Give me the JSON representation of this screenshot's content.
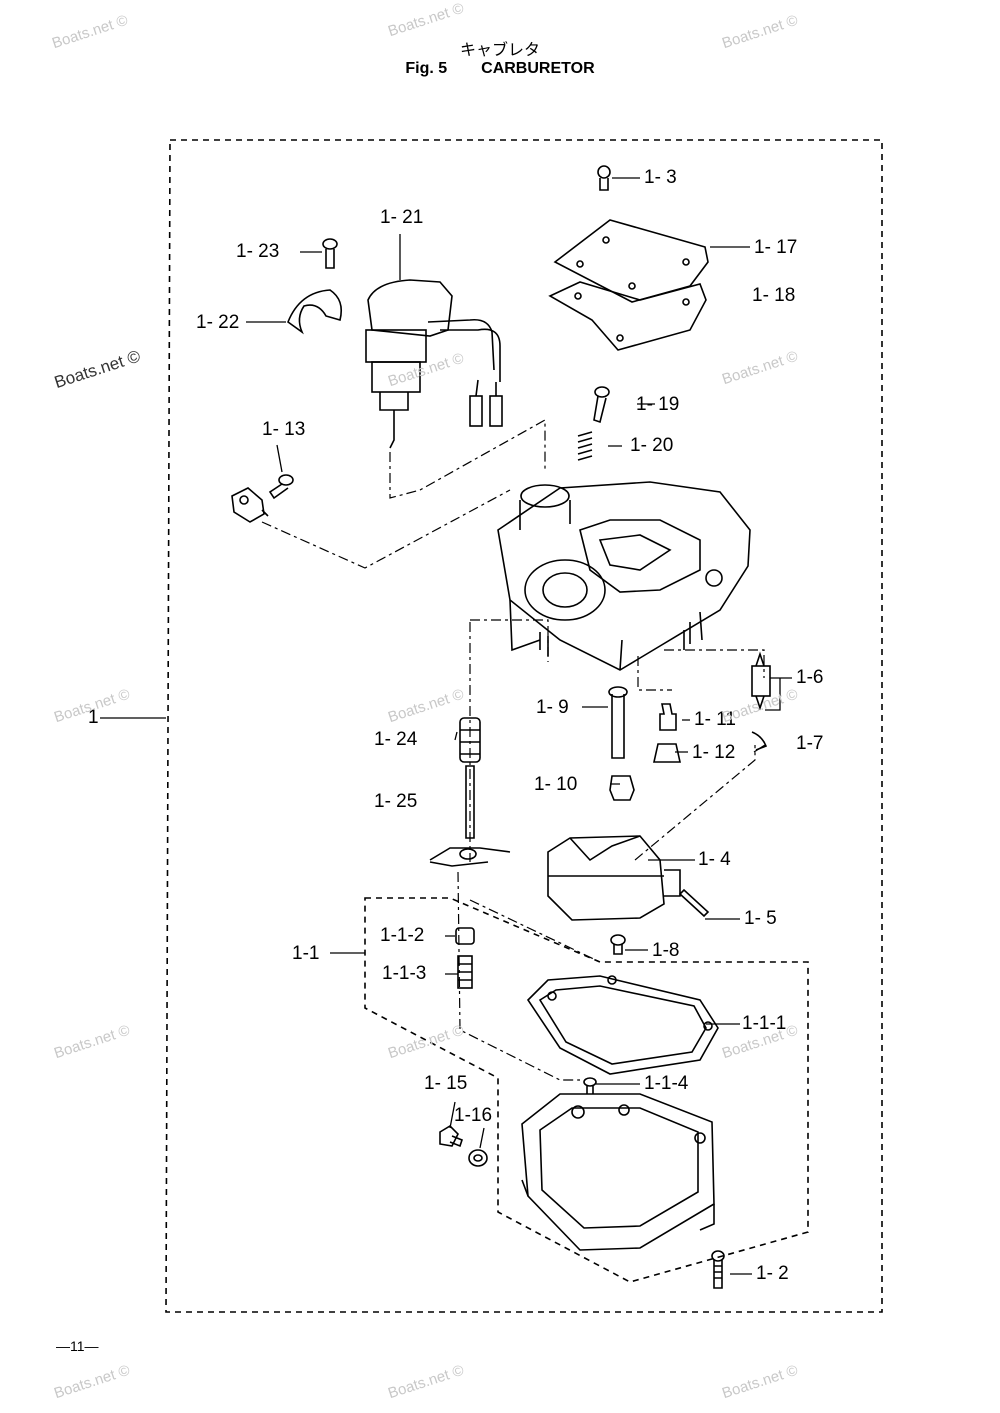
{
  "header": {
    "jp_title": "キャブレタ",
    "fig_no": "Fig. 5",
    "fig_title": "CARBURETOR"
  },
  "labels": {
    "p1": "1",
    "p1_1": "1-1",
    "p1_1_1": "1-1-1",
    "p1_1_2": "1-1-2",
    "p1_1_3": "1-1-3",
    "p1_1_4": "1-1-4",
    "p1_2": "1- 2",
    "p1_3": "1- 3",
    "p1_4": "1- 4",
    "p1_5": "1- 5",
    "p1_6": "1-6",
    "p1_7": "1-7",
    "p1_8": "1-8",
    "p1_9": "1- 9",
    "p1_10": "1- 10",
    "p1_11": "1- 11",
    "p1_12": "1- 12",
    "p1_13": "1- 13",
    "p1_15": "1- 15",
    "p1_16": "1-16",
    "p1_17": "1- 17",
    "p1_18": "1- 18",
    "p1_19": "1- 19",
    "p1_20": "1- 20",
    "p1_21": "1- 21",
    "p1_22": "1- 22",
    "p1_23": "1- 23",
    "p1_24": "1- 24",
    "p1_25": "1- 25"
  },
  "watermark": "Boats.net ©",
  "page_number": "—11—",
  "colors": {
    "line": "#000000",
    "watermark": "#c8c8c8"
  }
}
